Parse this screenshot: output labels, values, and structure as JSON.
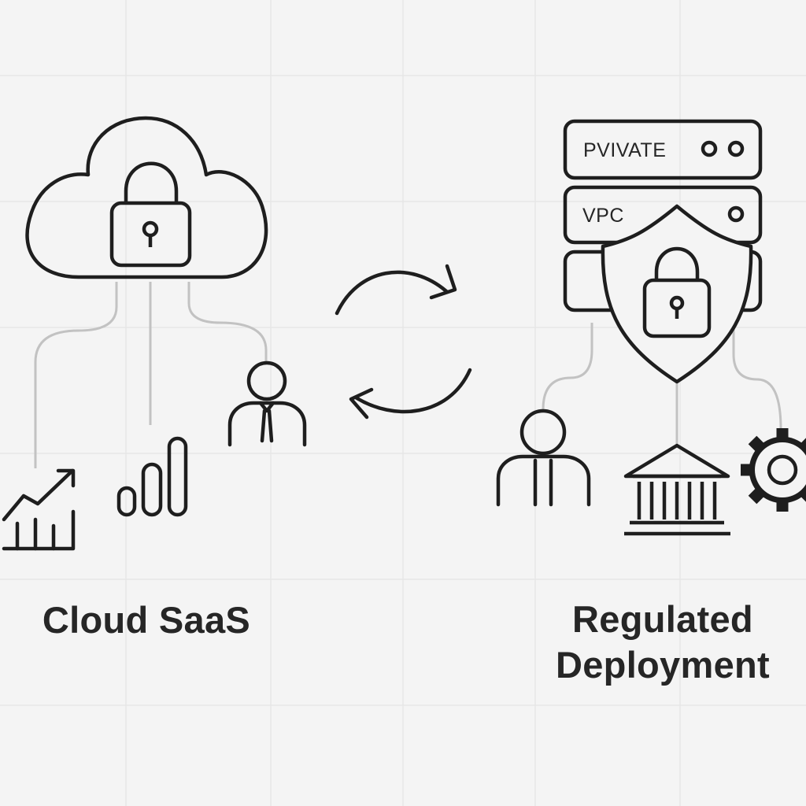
{
  "labels": {
    "cloud_saas": "Cloud SaaS",
    "regulated_line1": "Regulated",
    "regulated_line2": "Deployment"
  },
  "server": {
    "top_label": "PVIVATE",
    "mid_label": "VPC"
  },
  "colors": {
    "background": "#f4f4f4",
    "grid": "#e6e6e6",
    "stroke": "#1e1e1e",
    "connector": "#c2c2c2",
    "text": "#262626"
  },
  "icons": [
    "cloud-icon",
    "padlock-icon",
    "growth-chart-icon",
    "bar-chart-icon",
    "person-icon",
    "sync-arrows-icon",
    "server-stack-icon",
    "shield-icon",
    "bank-icon",
    "gear-icon"
  ]
}
